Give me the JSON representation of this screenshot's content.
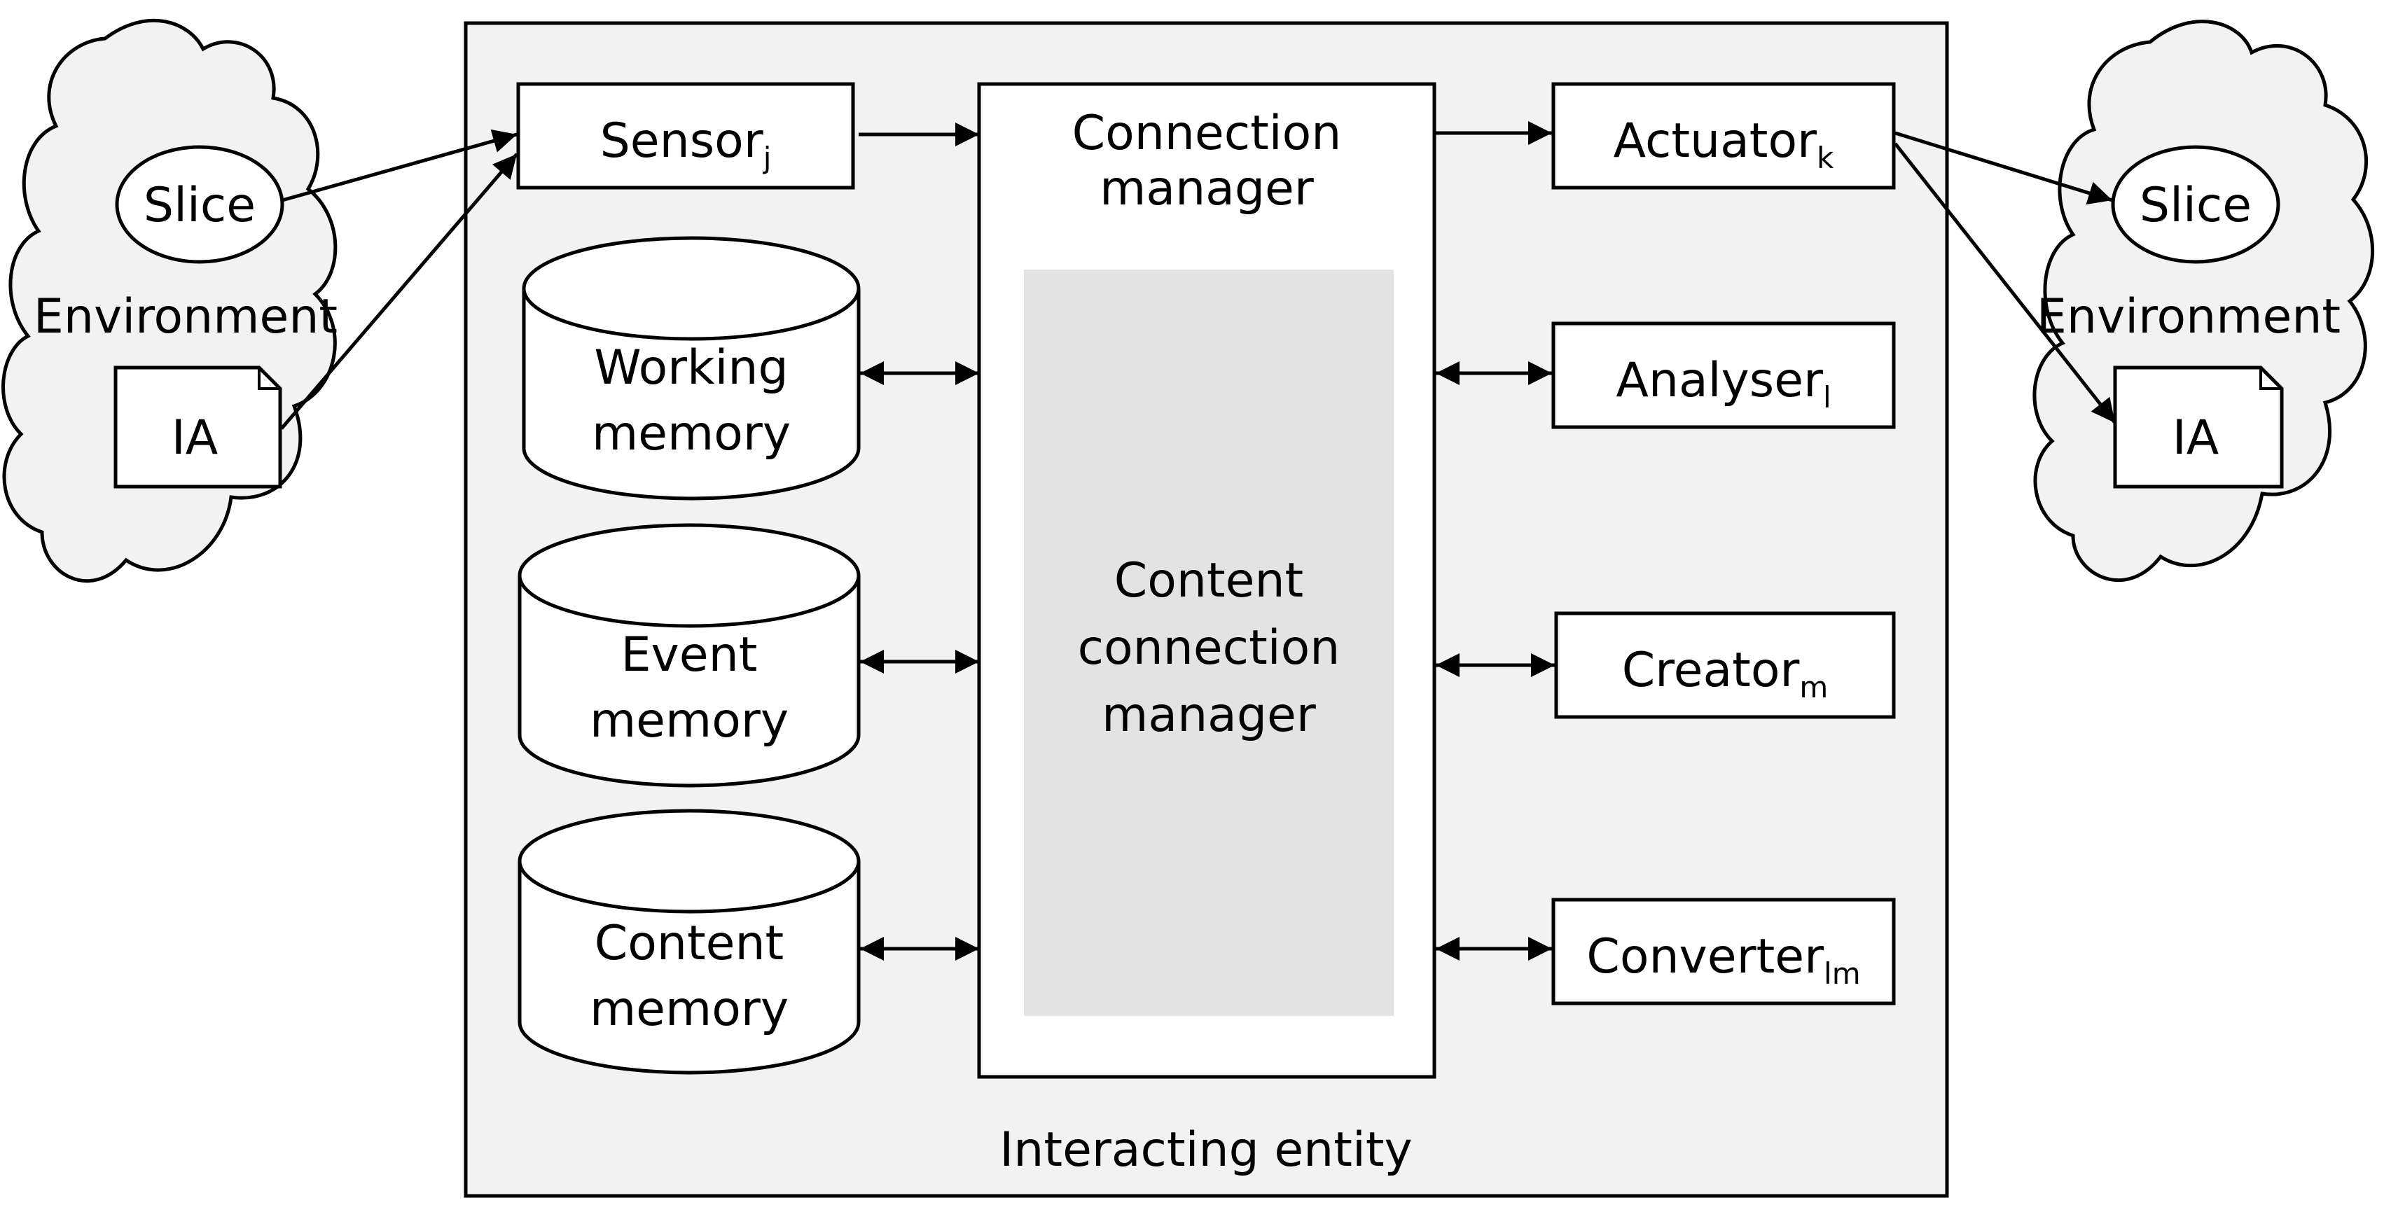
{
  "colors": {
    "line": "#000000",
    "entity_background": "#f2f2f2",
    "box_fill": "#ffffff",
    "inner_manager_fill": "#e3e3e3",
    "cloud_fill": "#f2f2f2"
  },
  "left_environment": {
    "label": "Environment",
    "slice": "Slice",
    "ia": "IA"
  },
  "right_environment": {
    "label": "Environment",
    "slice": "Slice",
    "ia": "IA"
  },
  "entity": {
    "label": "Interacting entity",
    "sensor": {
      "name": "Sensor",
      "sub": "j"
    },
    "connection_manager": {
      "line1": "Connection",
      "line2": "manager"
    },
    "content_connection_manager": {
      "line1": "Content",
      "line2": "connection",
      "line3": "manager"
    },
    "memories": [
      {
        "line1": "Working",
        "line2": "memory"
      },
      {
        "line1": "Event",
        "line2": "memory"
      },
      {
        "line1": "Content",
        "line2": "memory"
      }
    ],
    "modules": [
      {
        "name": "Actuator",
        "sub": "k"
      },
      {
        "name": "Analyser",
        "sub": "l"
      },
      {
        "name": "Creator",
        "sub": "m"
      },
      {
        "name": "Converter",
        "sub": "lm"
      }
    ]
  }
}
